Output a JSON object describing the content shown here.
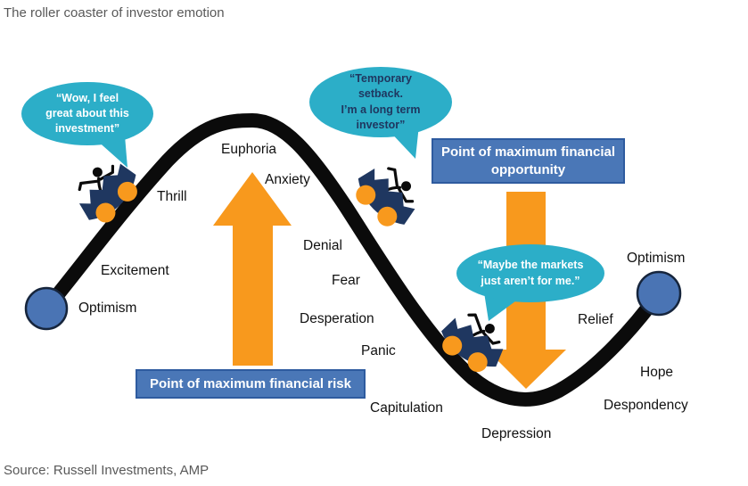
{
  "title": "The roller coaster of investor emotion",
  "source": "Source: Russell Investments, AMP",
  "colors": {
    "teal": "#2CAEC8",
    "orange": "#F8991D",
    "box_blue": "#4A77B7",
    "box_border": "#2E5B9F",
    "navy": "#1F3760",
    "curve": "#0B0B0B",
    "circle_blue": "#4A74B4",
    "text_gray": "#595959",
    "label_black": "#111111"
  },
  "bubbles": [
    {
      "name": "optimistic-investor-quote",
      "lines": [
        "“Wow, I feel",
        "great about this",
        "investment”"
      ]
    },
    {
      "name": "long-term-investor-quote",
      "lines": [
        "“Temporary",
        "setback.",
        "I’m a long term",
        "investor”"
      ]
    },
    {
      "name": "giving-up-quote",
      "lines": [
        "“Maybe the markets",
        "just aren’t for me.”"
      ]
    }
  ],
  "callouts": [
    {
      "label": "Point of maximum financial opportunity"
    },
    {
      "label": "Point of maximum financial risk"
    }
  ],
  "labels": [
    {
      "text": "Optimism"
    },
    {
      "text": "Excitement"
    },
    {
      "text": "Thrill"
    },
    {
      "text": "Euphoria"
    },
    {
      "text": "Anxiety"
    },
    {
      "text": "Denial"
    },
    {
      "text": "Fear"
    },
    {
      "text": "Desperation"
    },
    {
      "text": "Panic"
    },
    {
      "text": "Capitulation"
    },
    {
      "text": "Depression"
    },
    {
      "text": "Despondency"
    },
    {
      "text": "Hope"
    },
    {
      "text": "Relief"
    },
    {
      "text": "Optimism"
    }
  ]
}
